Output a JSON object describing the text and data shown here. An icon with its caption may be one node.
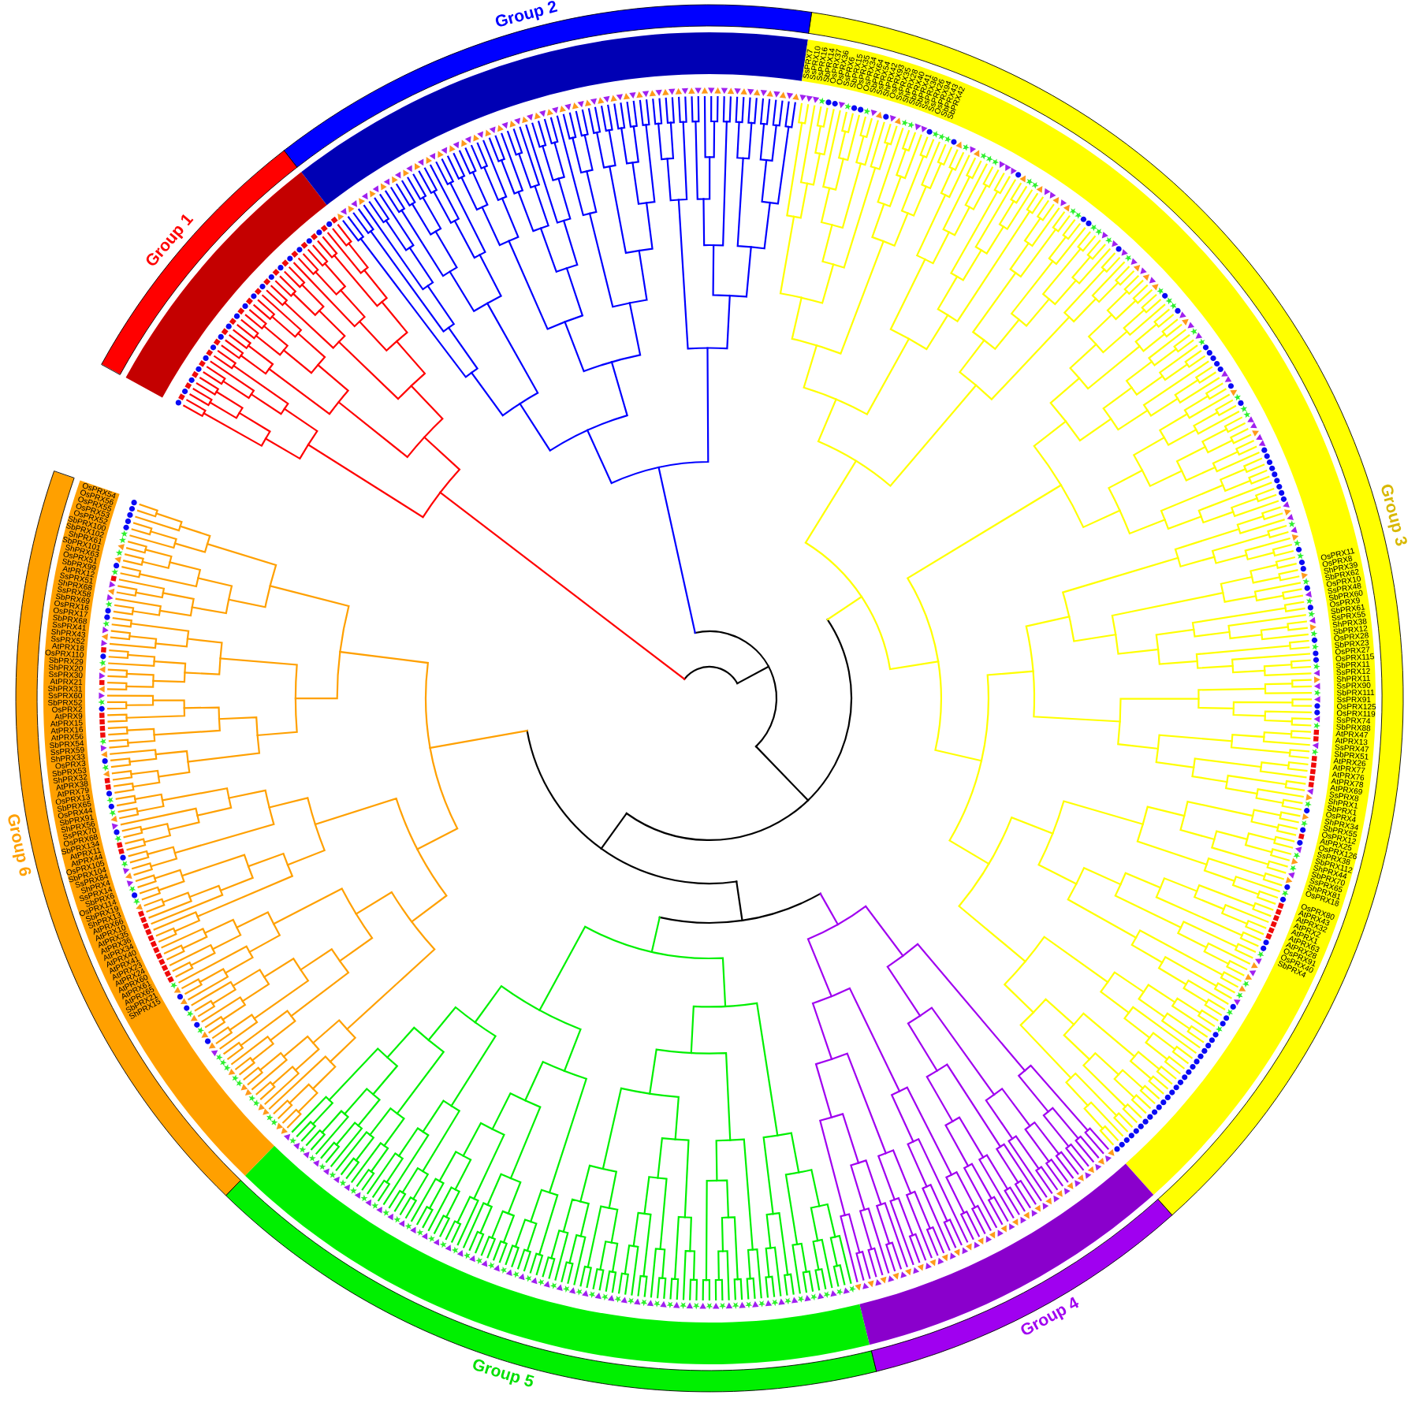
{
  "diagram": {
    "nodes": [
      {
        "text": [
          "Group 1"
        ]
      },
      {
        "text": [],
        "shape": "band"
      },
      {
        "text": [
          "Group 2"
        ]
      },
      {
        "text": [],
        "shape": "band"
      },
      {
        "text": [
          "Group 3"
        ]
      },
      {
        "text": [
          "SsPRX7",
          "SsPRX10",
          "SsPRX16",
          "SbPRX14",
          "OsPRX37",
          "OsPRX36",
          "SsPRX6",
          "SbPRX15",
          "OsPRX35",
          "OsPRX34",
          "SbPRX64",
          "SsPRX54",
          "ShPRX42",
          "OsPRX93",
          "SsPRX35",
          "ShPRX28",
          "SbPRX40",
          "SbPRX41",
          "SsPRX36",
          "SsPRX26",
          "OsPRX94",
          "SbPRX43",
          "SbPRX42",
          "OsPRX11",
          "OsPRX8",
          "ShPRX39",
          "SbPRX62",
          "OsPRX10",
          "SsPRX48",
          "SbPRX60",
          "OsPRX9",
          "SbPRX61",
          "SsPRX55",
          "ShPRX38",
          "SbPRX12",
          "OsPRX28",
          "SbPRX23",
          "OsPRX27",
          "OsPRX115",
          "SbPRX11",
          "SsPRX12",
          "ShPRX11",
          "SsPRX90",
          "SbPRX111",
          "SsPRX91",
          "OsPRX125",
          "OsPRX119",
          "SsPRX74",
          "SbPRX88",
          "AtPRX47",
          "AtPRX13",
          "SsPRX47",
          "SbPRX51",
          "AtPRX26",
          "AtPRX77",
          "AtPRX76",
          "AtPRX78",
          "AtPRX69",
          "SsPRX8",
          "ShPRX1",
          "SbPRX1",
          "OsPRX4",
          "ShPRX34",
          "SbPRX55",
          "OsPRX12",
          "AtPRX25",
          "OsPRX126",
          "SsPRX38",
          "SbPRX112",
          "ShPRX44",
          "SbPRX70",
          "SsPRX65",
          "ShPRX81",
          "OsPRX18",
          "OsPRX80",
          "AtPRX43",
          "AtPRX32",
          "AtPRX2",
          "AtPRX1",
          "AtPRX63",
          "AtPRX28",
          "OsPRX91",
          "OsPRX40",
          "SbPRX4"
        ]
      },
      {
        "text": [
          "Group 4"
        ]
      },
      {
        "text": [],
        "shape": "band"
      },
      {
        "text": [
          "Group 5"
        ]
      },
      {
        "text": [],
        "shape": "band"
      },
      {
        "text": [
          "Group 6"
        ]
      },
      {
        "text": [
          "OsPRX54",
          "OsPRX56",
          "OsPRX55",
          "OsPRX53",
          "OsPRX52",
          "SbPRX100",
          "SbPRX102",
          "ShPRX61",
          "SbPRX101",
          "ShPRX63",
          "OsPRX51",
          "SbPRX99",
          "AtPRX12",
          "SsPRX51",
          "ShPRX68",
          "SsPRX58",
          "SbPRX69",
          "OsPRX16",
          "OsPRX17",
          "SbPRX68",
          "SsPRX41",
          "ShPRX43",
          "SsPRX52",
          "AtPRX18",
          "OsPRX110",
          "SbPRX29",
          "ShPRX20",
          "SsPRX30",
          "AtPRX21",
          "ShPRX31",
          "SsPRX60",
          "SbPRX52",
          "OsPRX2",
          "AtPRX9",
          "AtPRX15",
          "AtPRX16",
          "AtPRX56",
          "SbPRX54",
          "SsPRX59",
          "ShPRX33",
          "OsPRX3",
          "SbPRX53",
          "ShPRX32",
          "AtPRX38",
          "AtPRX79",
          "OsPRX13",
          "SbPRX65",
          "OsPRX44",
          "SbPRX91",
          "ShPRX56",
          "SsPRX70",
          "OsPRX68",
          "SbPRX134",
          "AtPRX11",
          "AtPRX44",
          "OsPRX105",
          "SbPRX104",
          "SsPRX84",
          "ShPRX4",
          "SsPRX14",
          "SbPRX6",
          "OsPRX114",
          "SbPRX19",
          "ShPRX13",
          "AtPRX66",
          "AtPRX10",
          "AtPRX35",
          "AtPRX36",
          "AtPRX34",
          "AtPRX40",
          "AtPRX41",
          "AtPRX23",
          "AtPRX24",
          "AtPRX60",
          "AtPRX61",
          "AtPRX65",
          "SbPRX21",
          "ShPRX15"
        ]
      }
    ]
  }
}
